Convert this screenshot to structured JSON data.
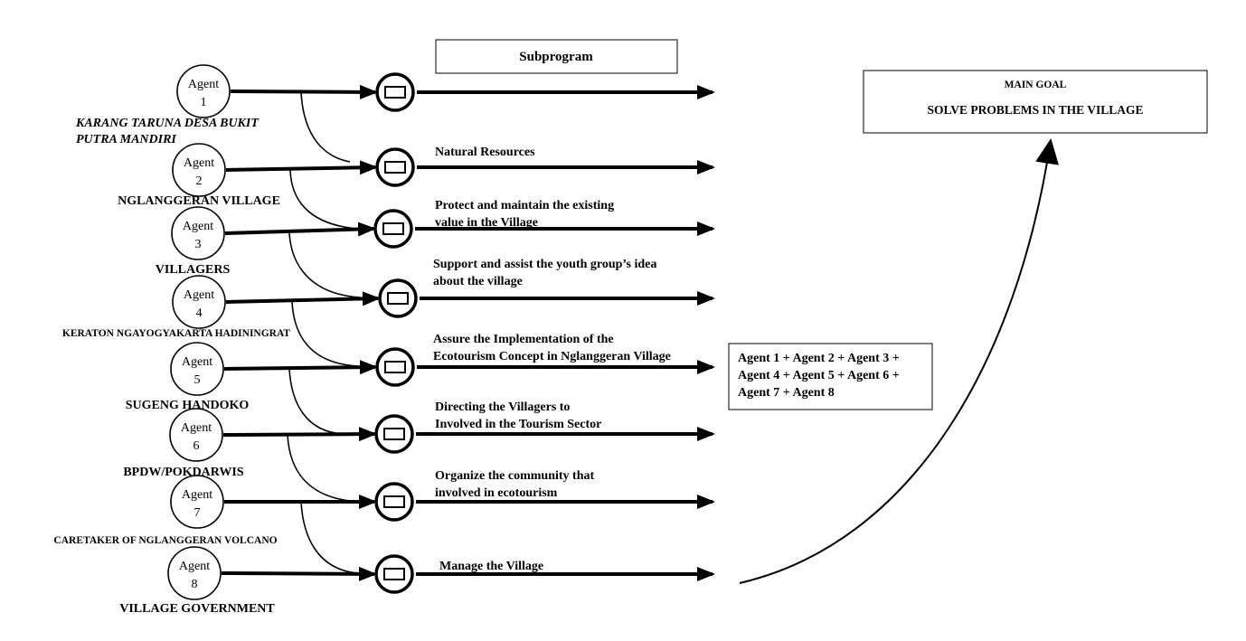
{
  "subprogram_title": "Subprogram",
  "main_goal": {
    "heading": "MAIN GOAL",
    "text": "SOLVE PROBLEMS IN THE VILLAGE"
  },
  "agent_label": "Agent",
  "agents": [
    {
      "number": "1",
      "org_lines": [
        "KARANG TARUNA DESA BUKIT",
        "PUTRA MANDIRI"
      ]
    },
    {
      "number": "2",
      "org_lines": [
        "NGLANGGERAN VILLAGE"
      ]
    },
    {
      "number": "3",
      "org_lines": [
        "VILLAGERS"
      ]
    },
    {
      "number": "4",
      "org_lines": [
        "KERATON NGAYOGYAKARTA HADININGRAT"
      ]
    },
    {
      "number": "5",
      "org_lines": [
        "SUGENG HANDOKO"
      ]
    },
    {
      "number": "6",
      "org_lines": [
        "BPDW/POKDARWIS"
      ]
    },
    {
      "number": "7",
      "org_lines": [
        "CARETAKER OF NGLANGGERAN VOLCANO"
      ]
    },
    {
      "number": "8",
      "org_lines": [
        "VILLAGE GOVERNMENT"
      ]
    }
  ],
  "subprograms": [
    {
      "lines": []
    },
    {
      "lines": [
        "Natural Resources"
      ]
    },
    {
      "lines": [
        "Protect and maintain the existing",
        "value in the Village"
      ]
    },
    {
      "lines": [
        "Support and assist the youth group’s idea",
        "about the village"
      ]
    },
    {
      "lines": [
        "Assure the Implementation of the",
        "Ecotourism Concept in Nglanggeran Village"
      ]
    },
    {
      "lines": [
        "Directing the Villagers to",
        "Involved in the Tourism Sector"
      ]
    },
    {
      "lines": [
        "Organize the community that",
        "involved in ecotourism"
      ]
    },
    {
      "lines": [
        "Manage the Village"
      ]
    }
  ],
  "combination": {
    "lines": [
      "Agent 1 + Agent 2 + Agent 3 +",
      "Agent 4 + Agent 5 + Agent 6 +",
      "Agent 7 + Agent 8"
    ]
  }
}
